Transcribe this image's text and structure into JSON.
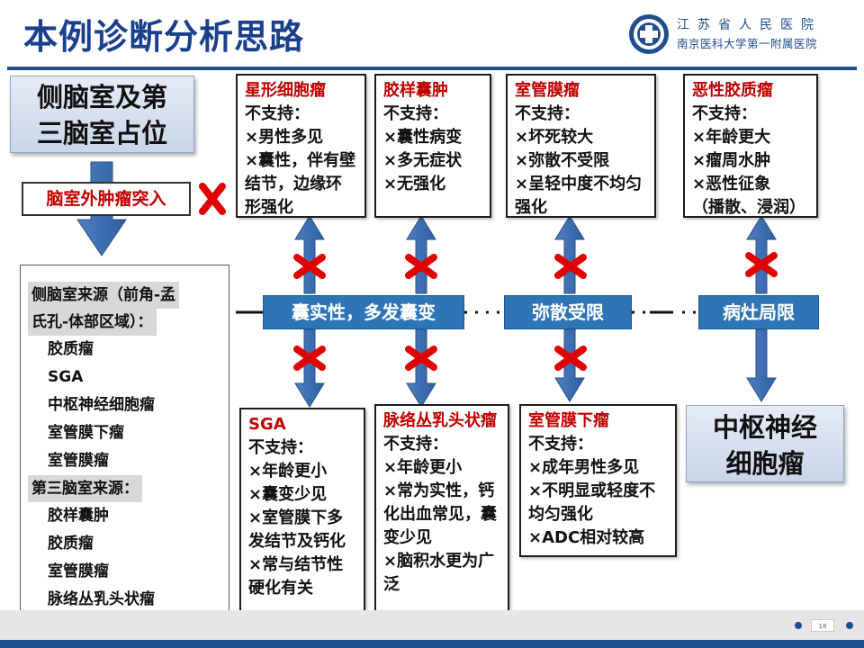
{
  "title": "本例诊断分析思路",
  "hospital": {
    "name_line1": "江苏省人民医院",
    "name_line2": "南京医科大学第一附属医院"
  },
  "location_box": {
    "line1": "侧脑室及第",
    "line2": "三脑室占位"
  },
  "extra_ventricular": "脑室外肿瘤突入",
  "sources": {
    "lateral_header_1": "侧脑室来源（前角-孟",
    "lateral_header_2": "氏孔-体部区域）：",
    "lateral_items": [
      "胶质瘤",
      "SGA",
      "中枢神经细胞瘤",
      "室管膜下瘤",
      "室管膜瘤"
    ],
    "third_header": "第三脑室来源：",
    "third_items": [
      "胶样囊肿",
      "胶质瘤",
      "室管膜瘤",
      "脉络丛乳头状瘤"
    ]
  },
  "features": {
    "cystic": "囊实性，多发囊变",
    "diffuse": "弥散受限",
    "focal": "病灶局限"
  },
  "top_cards": [
    {
      "title": "星形细胞瘤",
      "label": "不支持：",
      "lines": [
        "×男性多见",
        "×囊性，伴有壁结节，边缘环形强化"
      ]
    },
    {
      "title": "胶样囊肿",
      "label": "不支持：",
      "lines": [
        "×囊性病变",
        "×多无症状",
        "×无强化"
      ]
    },
    {
      "title": "室管膜瘤",
      "label": "不支持：",
      "lines": [
        "×坏死较大",
        "×弥散不受限",
        "×呈轻中度不均匀强化"
      ]
    },
    {
      "title": "恶性胶质瘤",
      "label": "不支持：",
      "lines": [
        "×年龄更大",
        "×瘤周水肿",
        "×恶性征象",
        "（播散、浸润）"
      ]
    }
  ],
  "bottom_cards": [
    {
      "title": "SGA",
      "label": "不支持：",
      "lines": [
        "×年龄更小",
        "×囊变少见",
        "×室管膜下多发结节及钙化",
        "×常与结节性硬化有关"
      ]
    },
    {
      "title": "脉络丛乳头状瘤",
      "label": "不支持：",
      "lines": [
        "×年龄更小",
        "×常为实性，钙化出血常见，囊变少见",
        "×脑积水更为广泛"
      ]
    },
    {
      "title": "室管膜下瘤",
      "label": "不支持：",
      "lines": [
        "×成年男性多见",
        "×不明显或轻度不均匀强化",
        "×ADC相对较高"
      ]
    }
  ],
  "result": {
    "line1": "中枢神经",
    "line2": "细胞瘤"
  },
  "page_number": "18"
}
